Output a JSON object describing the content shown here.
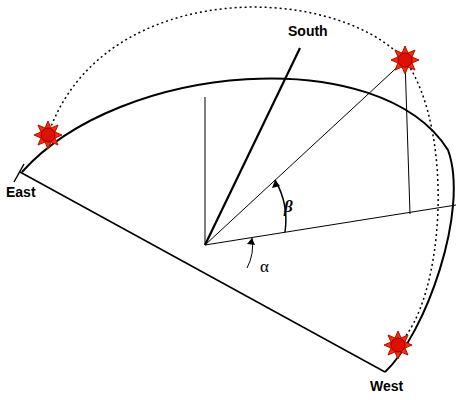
{
  "diagram": {
    "labels": [
      "South",
      "East",
      "West",
      "β",
      "α"
    ]
  }
}
